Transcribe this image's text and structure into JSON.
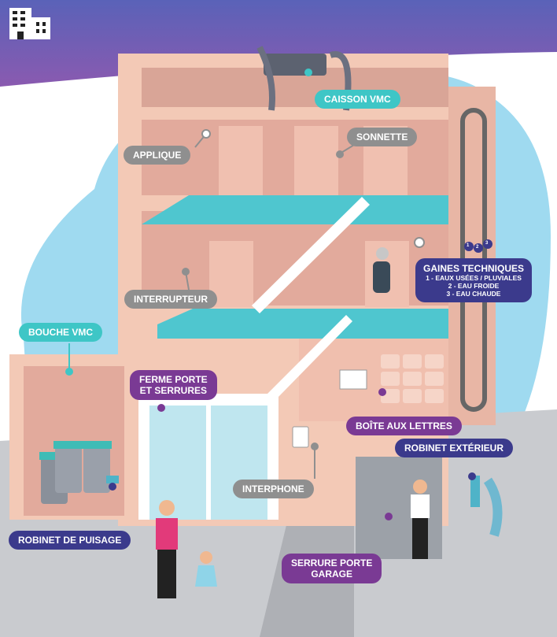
{
  "labels": {
    "caisson_vmc": "CAISSON VMC",
    "applique": "APPLIQUE",
    "sonnette": "SONNETTE",
    "interrupteur": "INTERRUPTEUR",
    "bouche_vmc": "BOUCHE VMC",
    "ferme_porte": [
      "FERME PORTE",
      "ET SERRURES"
    ],
    "gaines": {
      "title": "GAINES TECHNIQUES",
      "lines": [
        "1 - EAUX USÉES / PLUVIALES",
        "2 - EAU FROIDE",
        "3 - EAU CHAUDE"
      ],
      "numbers": [
        "1",
        "2",
        "3"
      ]
    },
    "boite_lettres": "BOÎTE AUX LETTRES",
    "robinet_exterieur": "ROBINET EXTÉRIEUR",
    "interphone": "INTERPHONE",
    "robinet_puisage": "ROBINET DE PUISAGE",
    "serrure_garage": [
      "SERRURE PORTE",
      "GARAGE"
    ]
  },
  "colors": {
    "sky": "#9fdaf0",
    "banner": "#6b5fb5",
    "wall": "#f3c9b6",
    "wall_dark": "#d9a597",
    "floor": "#4fc6cf",
    "label_gray": "#8f8f8f",
    "label_teal": "#3ec6c6",
    "label_purple": "#7a3a94",
    "label_navy": "#3b3a8c"
  },
  "icons": [
    "building-icon",
    "fan-box-icon",
    "bin-icon",
    "mailbox-icon",
    "intercom-icon",
    "tap-icon"
  ]
}
